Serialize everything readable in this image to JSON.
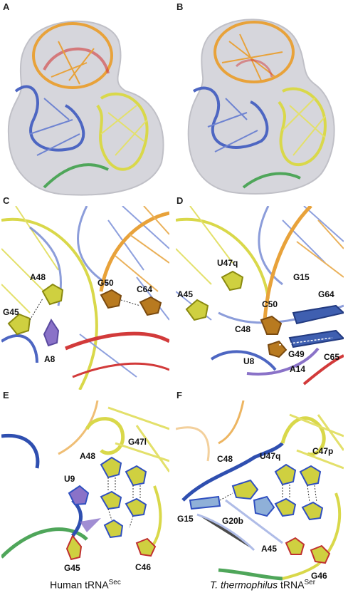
{
  "panels": {
    "a": {
      "label": "A"
    },
    "b": {
      "label": "B"
    },
    "c": {
      "label": "C",
      "residues": [
        "G45",
        "A48",
        "G50",
        "C64",
        "A8"
      ]
    },
    "d": {
      "label": "D",
      "residues": [
        "A45",
        "U47q",
        "G15",
        "G64",
        "C50",
        "C48",
        "C65",
        "G49",
        "U8",
        "A14"
      ]
    },
    "e": {
      "label": "E",
      "residues": [
        "A48",
        "G47l",
        "U9",
        "G45",
        "C46"
      ]
    },
    "f": {
      "label": "F",
      "residues": [
        "C48",
        "U47q",
        "C47p",
        "G15",
        "G20b",
        "A45",
        "G46"
      ]
    }
  },
  "captions": {
    "left": {
      "main": "Human tRNA",
      "sup": "Sec"
    },
    "right": {
      "italic": "T. thermophilus",
      "main": " tRNA",
      "sup": "Ser"
    }
  },
  "colors": {
    "orange": "#e8a23a",
    "red": "#d23a3a",
    "blue": "#5b72c9",
    "yellow": "#d9d84a",
    "green": "#4fa65a",
    "purple": "#8a72c8",
    "surface": "#c9c9cf"
  }
}
